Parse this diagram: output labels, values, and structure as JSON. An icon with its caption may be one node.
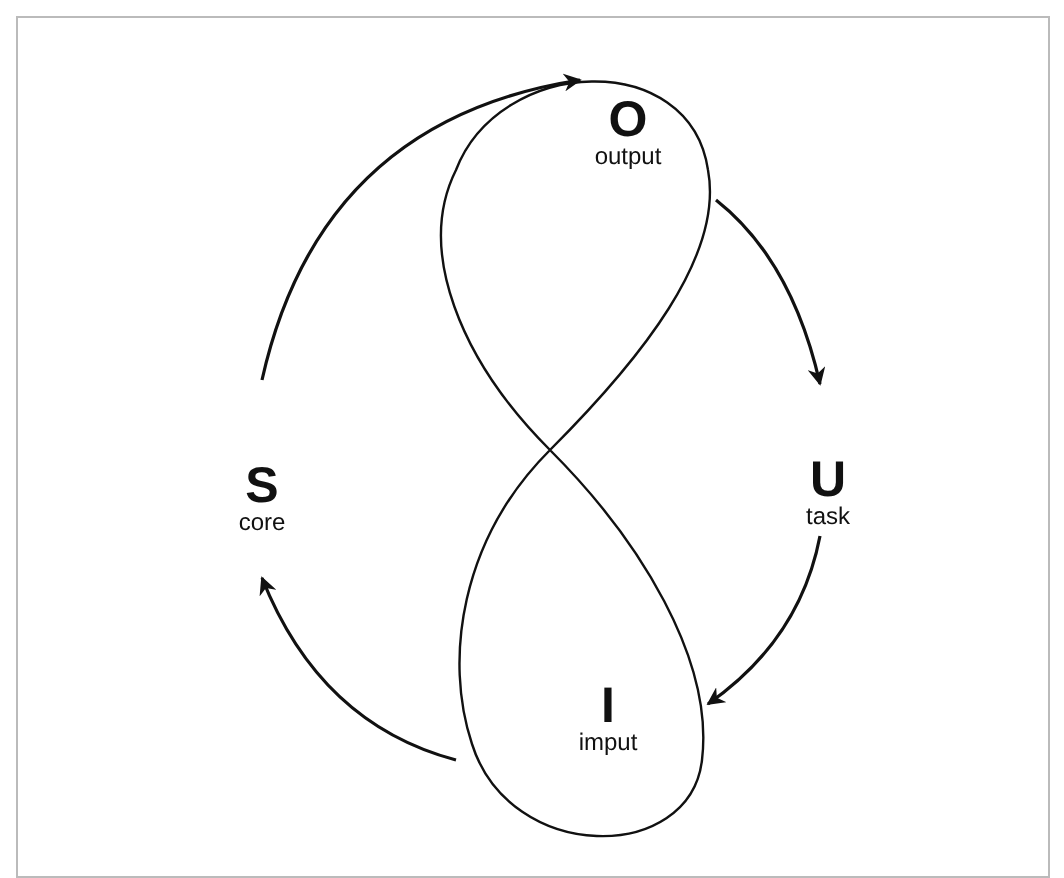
{
  "diagram": {
    "nodes": [
      {
        "text": [
          "O",
          "output"
        ]
      },
      {
        "text": [
          "U",
          "task"
        ]
      },
      {
        "text": [
          "I",
          "imput"
        ]
      },
      {
        "text": [
          "S",
          "core"
        ]
      }
    ],
    "edges": [
      {
        "from": 0,
        "to": 1,
        "arrow": "to"
      },
      {
        "from": 1,
        "to": 2,
        "arrow": "to"
      },
      {
        "from": 2,
        "to": 3,
        "arrow": "to"
      },
      {
        "from": 3,
        "to": 0,
        "arrow": "to"
      }
    ]
  }
}
